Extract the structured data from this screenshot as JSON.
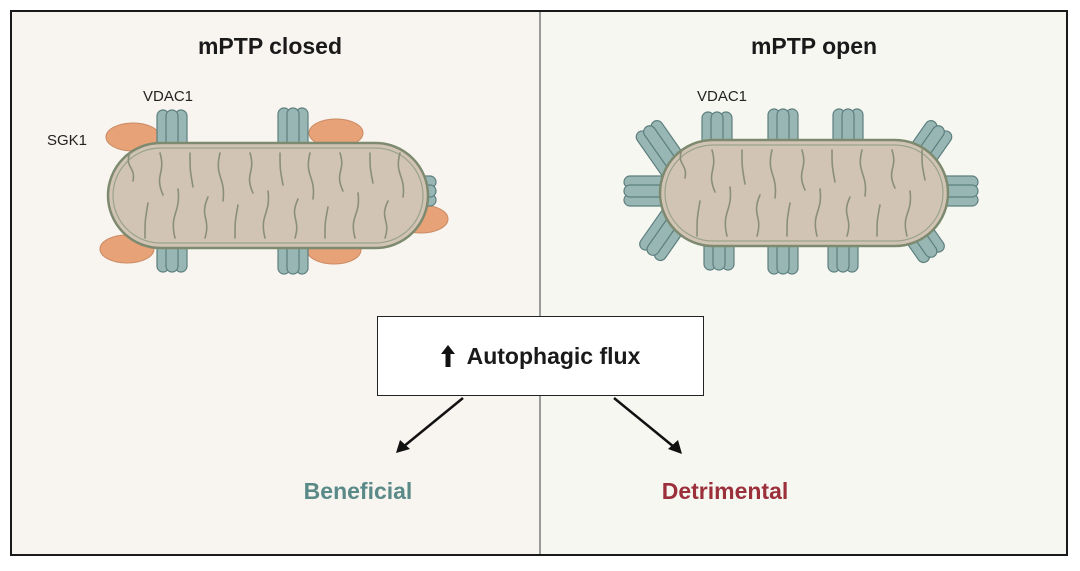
{
  "left_panel": {
    "title": "mPTP closed",
    "vdac_label": "VDAC1",
    "sgk_label": "SGK1"
  },
  "right_panel": {
    "title": "mPTP open",
    "vdac_label": "VDAC1"
  },
  "center_box": {
    "text": "Autophagic flux",
    "arrow_icon": "up-arrow-icon"
  },
  "outcomes": {
    "left": {
      "text": "Beneficial",
      "color": "#5a8a88"
    },
    "right": {
      "text": "Detrimental",
      "color": "#9b2f3a"
    }
  },
  "colors": {
    "mito_fill": "#d2c4b4",
    "mito_stroke": "#7d8a6f",
    "vdac_fill": "#97b6b4",
    "vdac_stroke": "#5d7f7e",
    "sgk_fill": "#e8a277"
  }
}
